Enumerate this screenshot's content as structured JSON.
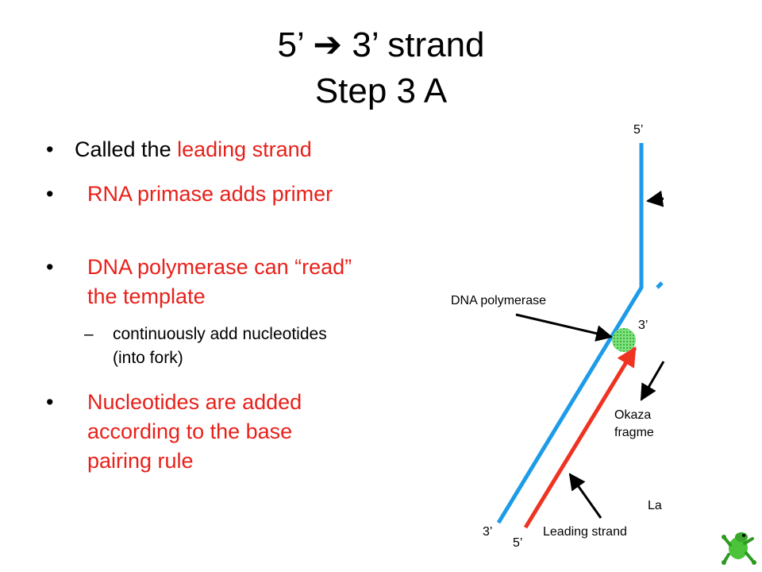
{
  "slide": {
    "title_line1": "5’  ➔ 3’ strand",
    "title_line2": "Step 3 A",
    "bullets": [
      {
        "prefix": "Called the ",
        "highlight": "leading strand"
      },
      {
        "text": "RNA primase adds primer"
      },
      {
        "text": "DNA polymerase can “read” the template"
      },
      {
        "sub": "continuously add nucleotides (into fork)"
      },
      {
        "text": "Nucleotides are added according to the base pairing rule"
      }
    ]
  },
  "diagram": {
    "labels": {
      "top_5prime": "5’",
      "dna_polymerase": "DNA polymerase",
      "mid_3prime": "3’",
      "okazaki_1": "Okaza",
      "okazaki_2": "fragme",
      "lagging_partial": "La",
      "bottom_3prime": "3’",
      "bottom_5prime": "5’",
      "leading_strand": "Leading strand"
    },
    "colors": {
      "template_strand": "#1e9be8",
      "leading_strand": "#ee3322",
      "polymerase": "#3fd13f"
    }
  },
  "logo": {
    "icon": "frog-icon"
  }
}
